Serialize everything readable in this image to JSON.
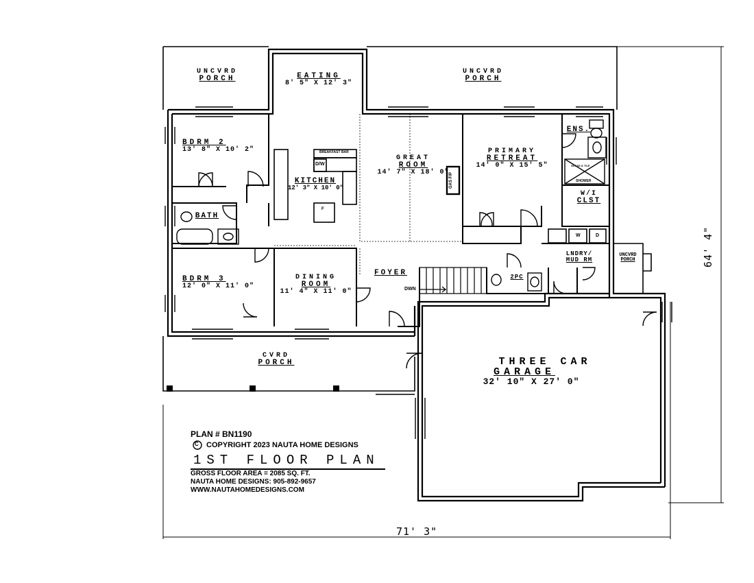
{
  "plan_number": "PLAN # BN1190",
  "copyright_symbol": "C",
  "copyright": "COPYRIGHT 2023 NAUTA HOME DESIGNS",
  "floor_title": "1ST FLOOR PLAN",
  "gross_area": "GROSS FLOOR AREA  =  2085  SQ. FT.",
  "phone": "NAUTA HOME DESIGNS:  905-892-9657",
  "website": "WWW.NAUTAHOMEDESIGNS.COM",
  "overall_width": "71' 3\"",
  "overall_depth": "64' 4\"",
  "rooms": {
    "porch_tl": {
      "name1": "UNCVRD",
      "name2": "PORCH"
    },
    "eating": {
      "name": "EATING",
      "dims": "8' 5\" X 12' 3\""
    },
    "porch_tr": {
      "name1": "UNCVRD",
      "name2": "PORCH"
    },
    "bdrm2": {
      "name": "BDRM 2",
      "dims": "13' 8\" X 10' 2\""
    },
    "kitchen": {
      "name": "KITCHEN",
      "dims": "12' 3\" X 10' 0\""
    },
    "great": {
      "name1": "GREAT",
      "name2": "ROOM",
      "dims": "14' 7\" X 18' 0\""
    },
    "primary": {
      "name1": "PRIMARY",
      "name2": "RETREAT",
      "dims": "14' 0\" X 15' 5\""
    },
    "ens": {
      "name": "ENS."
    },
    "wicl": {
      "name1": "W/I",
      "name2": "CLST"
    },
    "bath": {
      "name": "BATH"
    },
    "bdrm3": {
      "name": "BDRM 3",
      "dims": "12' 0\" X 11' 0\""
    },
    "dining": {
      "name1": "DINING",
      "name2": "ROOM",
      "dims": "11' 4\" X 11' 0\""
    },
    "foyer": {
      "name": "FOYER"
    },
    "twopc": {
      "name": "2PC"
    },
    "laundry": {
      "name1": "LNDRY/",
      "name2": "MUD RM"
    },
    "porch_side": {
      "name1": "UNCVRD",
      "name2": "PORCH"
    },
    "garage": {
      "name1": "THREE CAR",
      "name2": "GARAGE",
      "dims": "32' 10\" X 27' 0\""
    },
    "porch_front": {
      "name1": "CVRD",
      "name2": "PORCH"
    }
  },
  "fixtures": {
    "breakfast_bar": "BREAKFAST BAR",
    "dishwasher": "D/W",
    "fridge": "F",
    "fireplace": "GAS F/P",
    "washer": "W",
    "dryer": "D",
    "glass_tile": "GLASS & TILE",
    "shower": "SHOWER",
    "stairs_down": "DWN"
  }
}
